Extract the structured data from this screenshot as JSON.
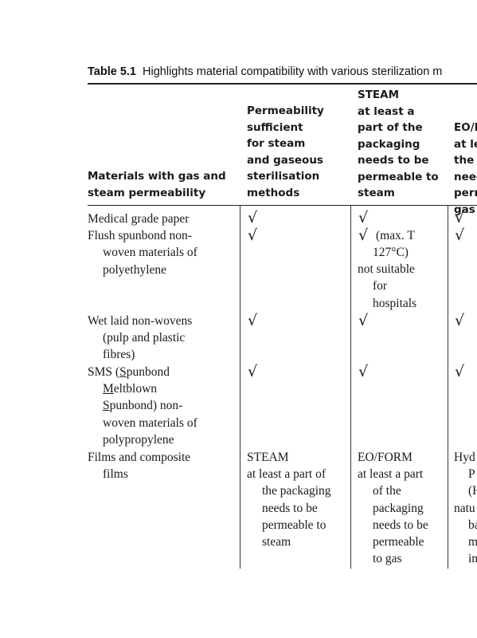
{
  "caption": {
    "label": "Table 5.1",
    "text": "Highlights material compatibility with various sterilization m"
  },
  "headers": {
    "col1": [
      "Materials with gas and",
      "steam permeability"
    ],
    "col2": [
      "Permeability",
      "sufficient",
      "for steam",
      "and gaseous",
      "sterilisation",
      "methods"
    ],
    "col3": [
      "STEAM",
      "at least a",
      "part of the",
      "packaging",
      "needs to be",
      "permeable to",
      "steam"
    ],
    "col4": [
      "EO/F",
      "at le",
      "the p",
      "need",
      "perm",
      "gas"
    ]
  },
  "check_symbol": "√",
  "rows": {
    "r1": {
      "material": "Medical grade paper"
    },
    "r2": {
      "material": [
        "Flush spunbond non-",
        "woven materials of",
        "polyethylene"
      ],
      "steam_note": [
        "(max. T",
        "127°C)",
        "not suitable",
        "for",
        "hospitals"
      ]
    },
    "r3": {
      "material": [
        "Wet laid non-wovens",
        "(pulp and plastic",
        "fibres)"
      ]
    },
    "r4": {
      "material_l1_a": "SMS (",
      "material_l1_u": "S",
      "material_l1_b": "punbond",
      "material_l2_u": "M",
      "material_l2_b": "eltblown",
      "material_l3_u": "S",
      "material_l3_b": "punbond) non-",
      "material_rest": [
        "woven materials of",
        "polypropylene"
      ]
    },
    "r5": {
      "material": [
        "Films and composite",
        "films"
      ],
      "col2": [
        "STEAM",
        "at least a part of",
        "the packaging",
        "needs to be",
        "permeable to",
        "steam"
      ],
      "col3": [
        "EO/FORM",
        "at least a part",
        "of the",
        "packaging",
        "needs to be",
        "permeable",
        "to gas"
      ],
      "col4": [
        "Hyd",
        "P",
        "(H",
        "natu",
        "ba",
        "m",
        "in"
      ]
    }
  }
}
